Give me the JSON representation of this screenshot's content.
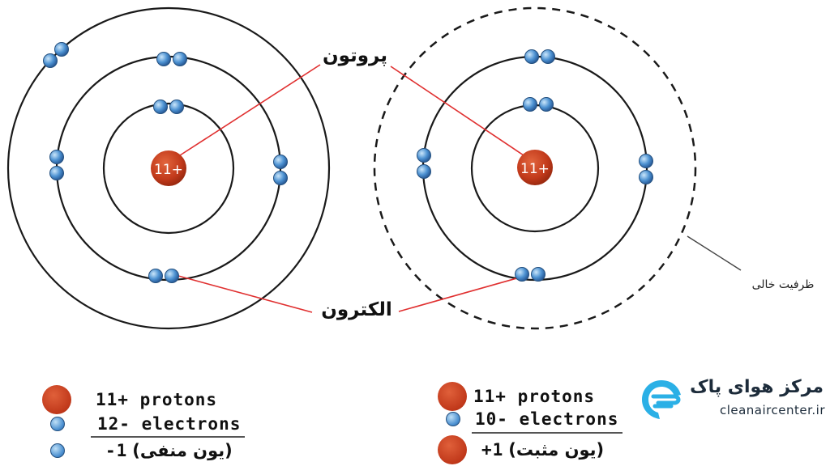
{
  "labels": {
    "proton": "پروتون",
    "electron": "الکترون",
    "vacancy": "ظرفیت خالی"
  },
  "nucleus_charge": "11+",
  "left_atom": {
    "legend": {
      "protons": "11+ protons",
      "electrons": "12- electrons",
      "ion": "(یون منفی)",
      "charge": "-1"
    }
  },
  "right_atom": {
    "legend": {
      "protons": "11+ protons",
      "electrons": "10- electrons",
      "ion": "(یون مثبت)",
      "charge": "+1"
    }
  },
  "logo": {
    "title": "مرکز هوای پاک",
    "url": "cleanaircenter.ir"
  },
  "colors": {
    "nucleus": "#c94421",
    "electron": "#4a8fd0",
    "pointer_line": "#e03030",
    "orbit": "#1a1a1a"
  }
}
